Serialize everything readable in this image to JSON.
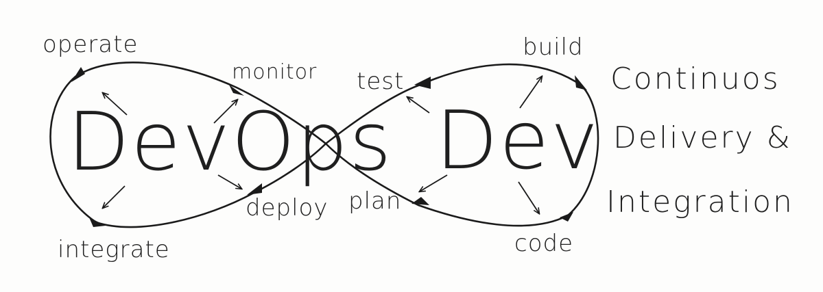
{
  "labels": {
    "operate": "operate",
    "monitor": "monitor",
    "deploy": "deploy",
    "integrate": "integrate",
    "test": "test",
    "build": "build",
    "plan": "plan",
    "code": "code"
  },
  "center": {
    "left": "DevOps",
    "right": "Dev"
  },
  "side_text": {
    "line1": "Continuos",
    "line2": "Delivery &",
    "line3": "Integration"
  },
  "colors": {
    "ink": "#1a1a1a",
    "paper": "#fdfdfc"
  }
}
